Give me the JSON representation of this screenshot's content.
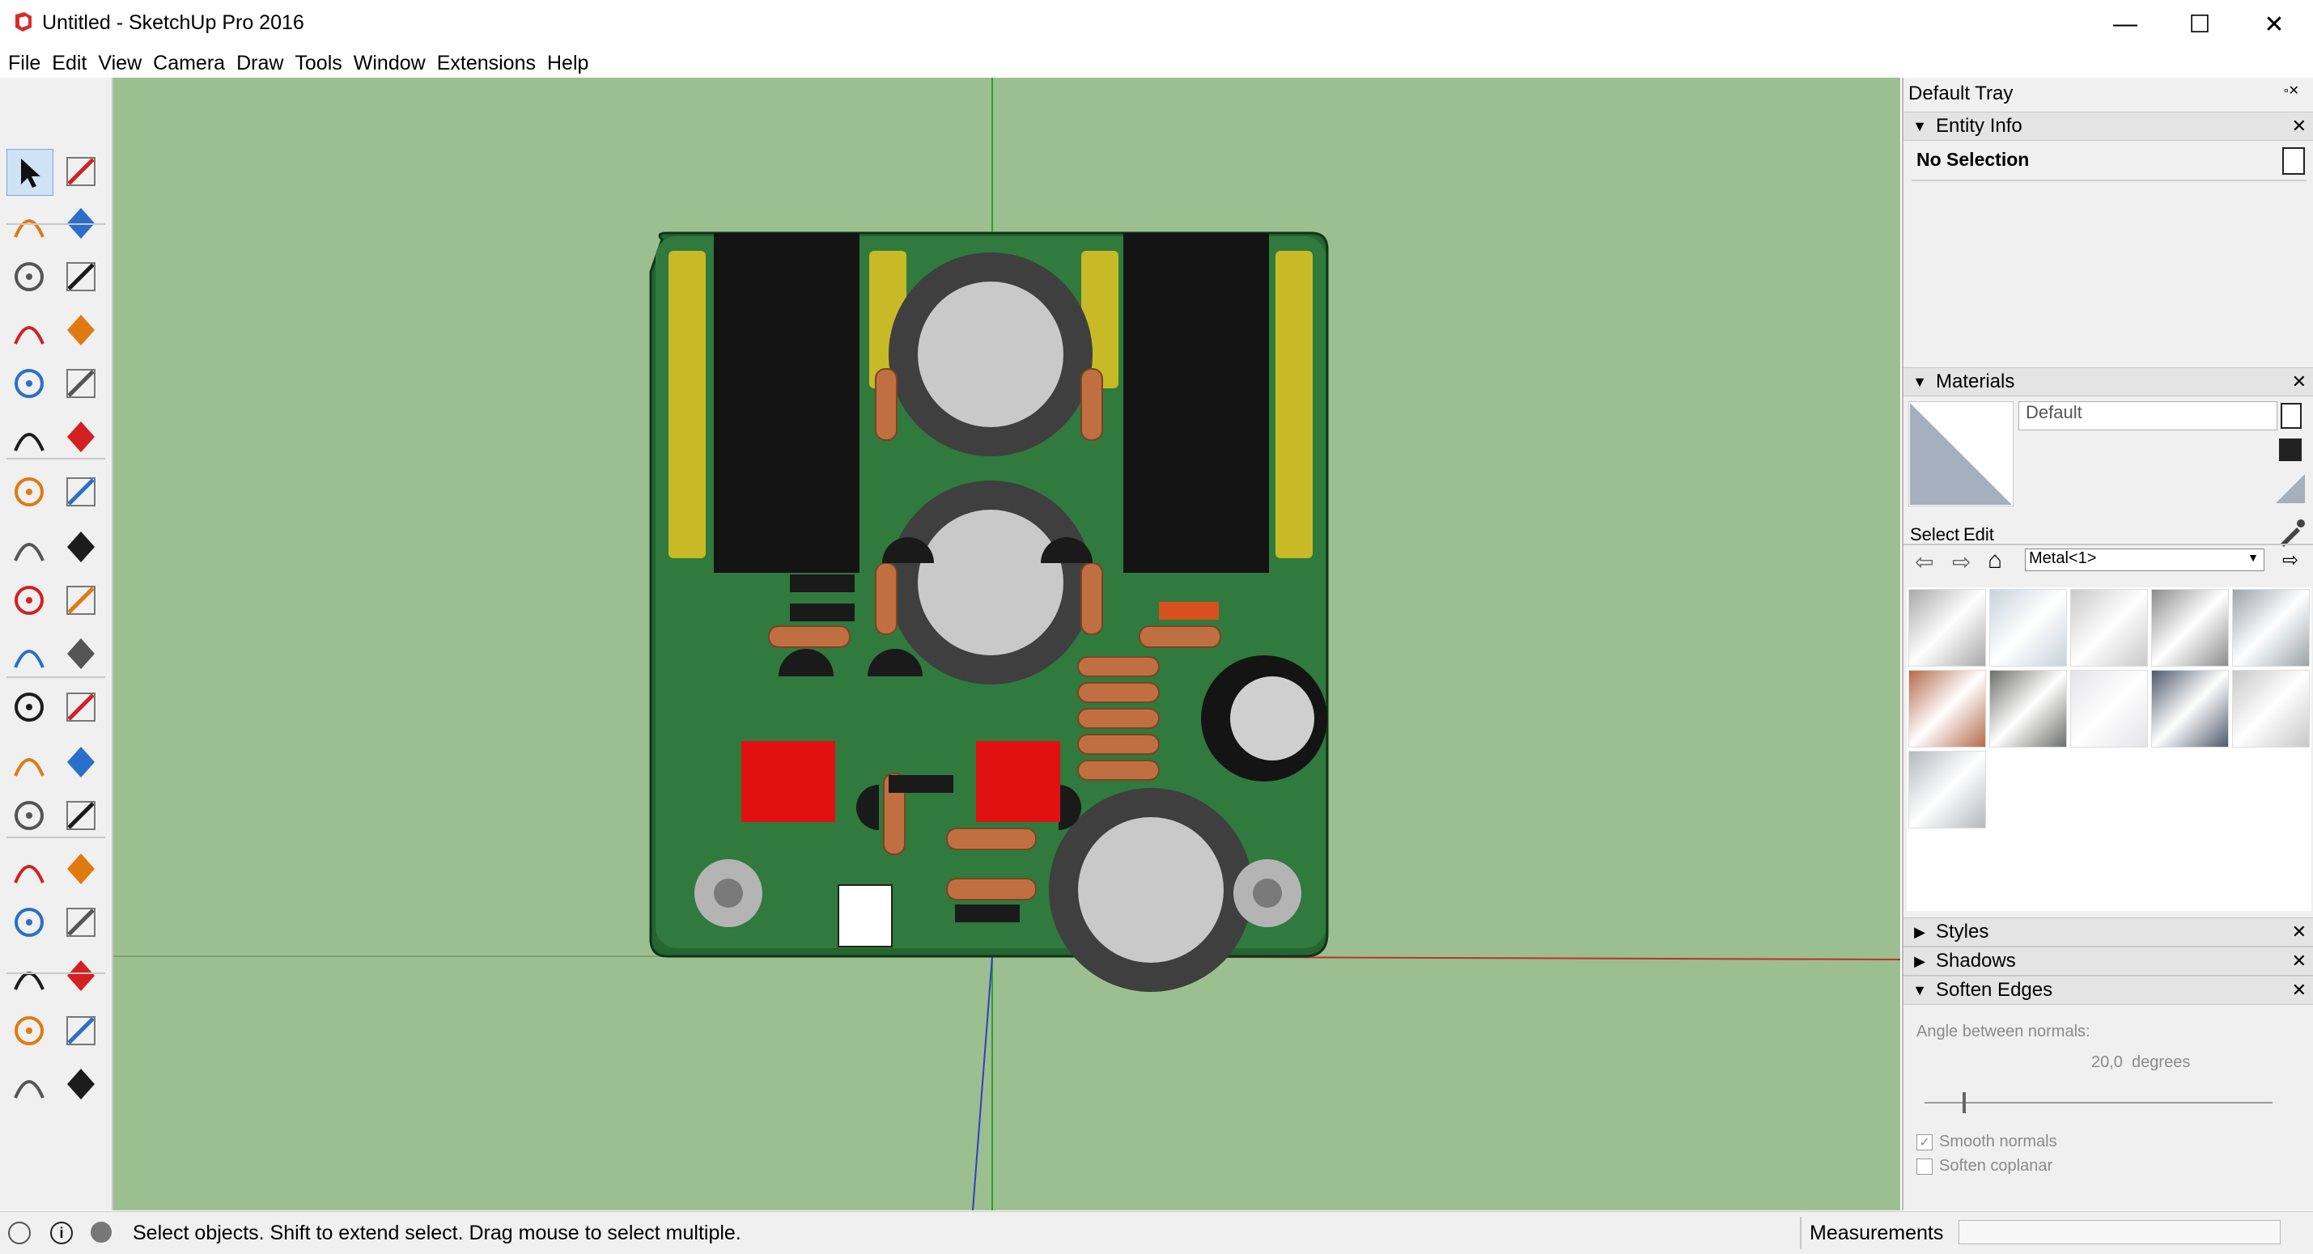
{
  "window": {
    "title": "Untitled - SketchUp Pro 2016",
    "minimize_glyph": "—",
    "maximize_glyph": "☐",
    "close_glyph": "✕"
  },
  "menu": [
    "File",
    "Edit",
    "View",
    "Camera",
    "Draw",
    "Tools",
    "Window",
    "Extensions",
    "Help"
  ],
  "toolbar_icons": [
    "select-icon",
    "component-icon",
    "paint-bucket-icon",
    "eraser-icon",
    "line-icon",
    "freehand-icon",
    "rectangle-icon",
    "rotated-rectangle-icon",
    "circle-icon",
    "polygon-icon",
    "arc-icon",
    "pie-icon",
    "two-point-arc-icon",
    "three-point-arc-icon",
    "move-icon",
    "push-pull-icon",
    "rotate-icon",
    "follow-me-icon",
    "scale-icon",
    "offset-icon",
    "tape-measure-icon",
    "dimension-icon",
    "protractor-icon",
    "text-icon",
    "axes-icon",
    "3d-text-icon",
    "orbit-icon",
    "pan-icon",
    "zoom-icon",
    "zoom-window-icon",
    "zoom-extents-icon",
    "previous-view-icon",
    "position-camera-icon",
    "look-around-icon",
    "walk-icon",
    "section-plane-icon"
  ],
  "tray": {
    "title": "Default Tray",
    "entity_info": {
      "header": "Entity Info",
      "selection": "No Selection"
    },
    "materials": {
      "header": "Materials",
      "material_name": "Default",
      "tab_select": "Select",
      "tab_edit": "Edit",
      "collection": "Metal<1>",
      "swatch_colors": [
        "#a8a8a8",
        "#c7d3dc",
        "#c9c9c9",
        "#8c8c8c",
        "#9aa3aa",
        "#b56a4c",
        "#6e706c",
        "#e4e4e8",
        "#4f5a6c",
        "#c8c8c8",
        "#b4b9bc"
      ]
    },
    "styles_header": "Styles",
    "shadows_header": "Shadows",
    "soften_edges": {
      "header": "Soften Edges",
      "angle_label": "Angle between normals:",
      "angle_value": "20,0  degrees",
      "smooth_normals": "Smooth normals",
      "soften_coplanar": "Soften coplanar",
      "smooth_normals_checked": true,
      "soften_coplanar_checked": false,
      "angle_fraction": 0.11
    }
  },
  "status": {
    "message": "Select objects. Shift to extend select. Drag mouse to select multiple.",
    "measurements_label": "Measurements"
  },
  "colors": {
    "viewport_bg": "#9cbf8f",
    "pcb": "#2f7a3c",
    "accent_red": "#e21111"
  }
}
